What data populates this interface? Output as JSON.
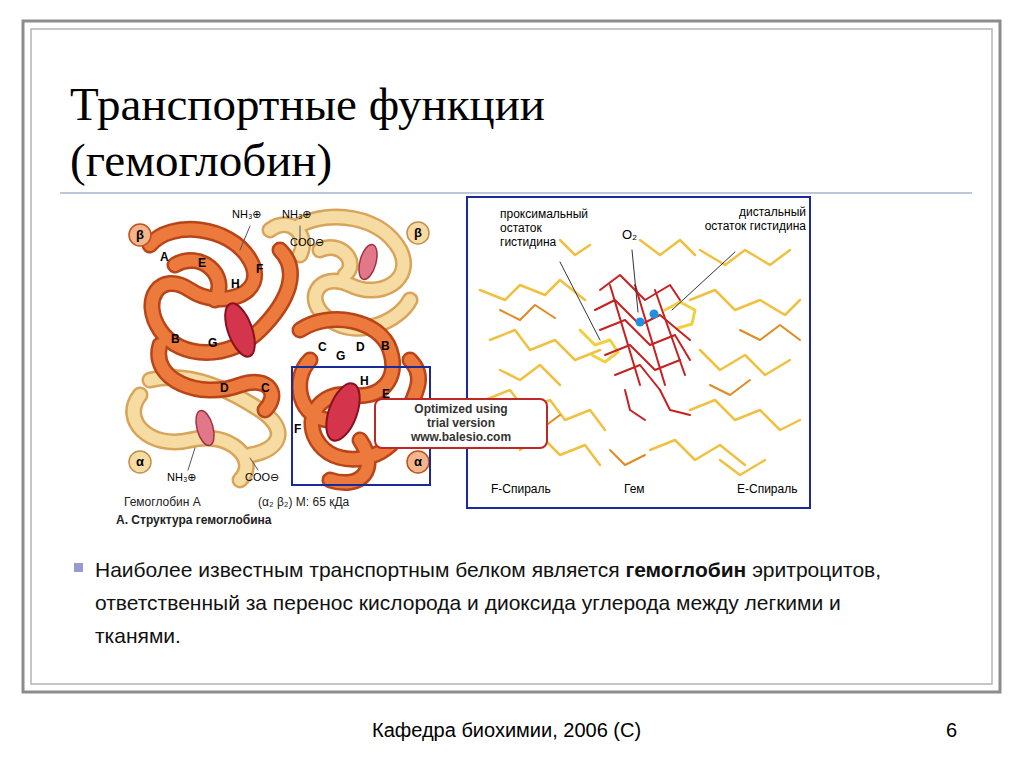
{
  "diagram": {
    "title": "Транспортные функции (гемоглобин)",
    "labels": [
      "β",
      "NH₃⊕",
      "NH₃⊕",
      "COO⊖",
      "β",
      "A",
      "E",
      "F",
      "H",
      "B",
      "G",
      "D",
      "C",
      "C",
      "G",
      "D",
      "B",
      "H",
      "E",
      "F",
      "α",
      "α",
      "NH₃⊕",
      "COO⊖",
      "Гемоглобин А",
      "(α₂ β₂) M: 65 кДа",
      "А. Структура гемоглобина",
      "Optimized using trial version www.balesio.com",
      "проксимальный остаток гистидина",
      "O₂",
      "дистальный остаток гистидина",
      "F-Спираль",
      "Гем",
      "Е-Спираль",
      "Наиболее известным транспортным белком является",
      "гемоглобин",
      "эритроцитов, ответственный за перенос кислорода и диоксида углерода между легкими и тканями.",
      "Кафедра биохимии, 2006 (С)",
      "6"
    ]
  }
}
